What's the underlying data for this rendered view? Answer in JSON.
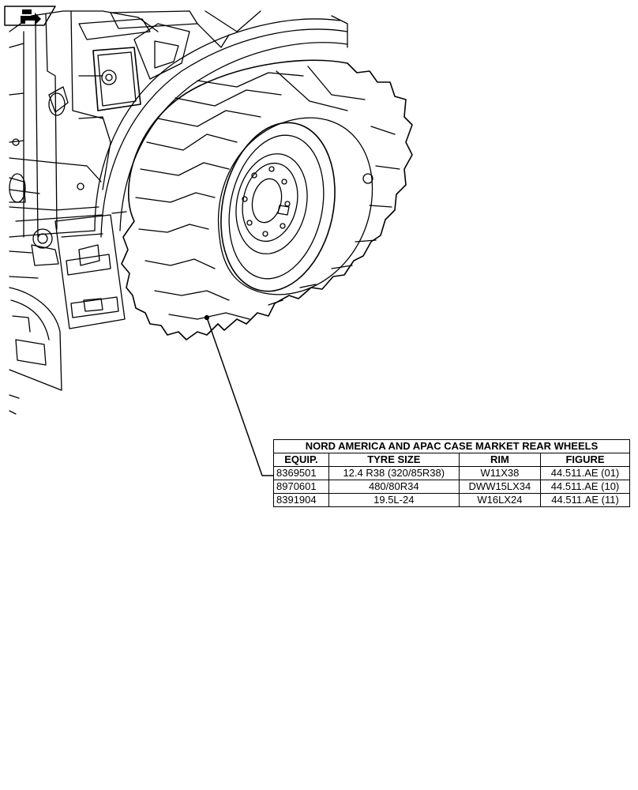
{
  "table": {
    "title": "NORD AMERICA AND APAC CASE MARKET REAR WHEELS",
    "headers": [
      "EQUIP.",
      "TYRE SIZE",
      "RIM",
      "FIGURE"
    ],
    "rows": [
      [
        "8369501",
        "12.4 R38 (320/85R38)",
        "W11X38",
        "44.511.AE (01)"
      ],
      [
        "8970601",
        "480/80R34",
        "DWW15LX34",
        "44.511.AE (10)"
      ],
      [
        "8391904",
        "19.5L-24",
        "W16LX24",
        "44.511.AE (11)"
      ]
    ]
  },
  "icons": {
    "view_direction": "view-direction-arrow-icon"
  },
  "colors": {
    "line": "#000000",
    "background": "#ffffff"
  }
}
